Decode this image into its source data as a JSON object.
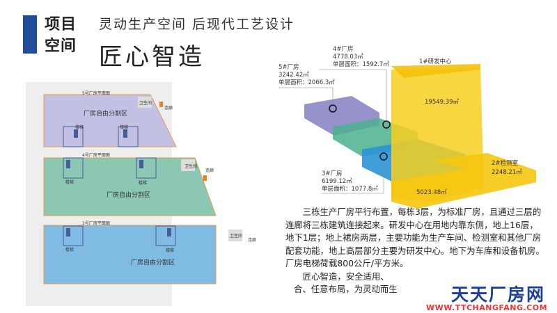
{
  "header": {
    "badge_line1": "项目",
    "badge_line2": "空间",
    "subtitle": "灵动生产空间 后现代工艺设计",
    "title": "匠心智造",
    "accent": "#1f4e9c"
  },
  "plans": [
    {
      "title": "5号厂房平面图",
      "zone": "厂房自由分割区",
      "wc": "卫生间",
      "corridor": "连廊",
      "stairs": [
        "楼梯",
        "楼梯"
      ],
      "color": "#c3c1e3"
    },
    {
      "title": "4号厂房平面图",
      "zone": "厂房自由分割区",
      "wc": "卫生间",
      "corridor": "连廊",
      "stairs": [
        "楼梯",
        "楼梯"
      ],
      "color": "#8cc7b3"
    },
    {
      "title": "3号厂房平面图",
      "zone": "厂房自由分割区",
      "wc": "卫生间",
      "corridor": "连廊",
      "stairs": [
        "楼梯",
        "楼梯"
      ],
      "color": "#7fbbe2"
    }
  ],
  "diagram": {
    "b5": {
      "name": "5#厂房",
      "area": "3242.42㎡",
      "floor": "单层面积：2066.3㎡"
    },
    "b4": {
      "name": "4#厂房",
      "area": "4778.03㎡",
      "floor": "单层面积：1592.7㎡"
    },
    "b3": {
      "name": "3#厂房",
      "area": "6199.12㎡",
      "floor": "单层面积：1077.8㎡"
    },
    "b1": {
      "name": "1#研发中心",
      "area": "19549.39㎡",
      "podium": "5023.48㎡"
    },
    "b2": {
      "name": "2#检测室",
      "area": "2248.21㎡"
    }
  },
  "description": {
    "lines": [
      "　　三栋生产厂房平行布置，每栋3层，为标准厂房，且通过三层的连廊将三栋建筑连接起来。研发中心在用地内靠东侧，地上16层，地下1层；地上裙房两层，主要功能为生产车间、检测室和其他厂房配套功能，地上高层部分主要为研发中心。地下为车库和设备机房。厂房电梯荷载800公斤/平方米。"
    ],
    "line2": "　　匠心智造，安全适用、",
    "line3": "合、任意布局，为灵动而生"
  },
  "watermark": {
    "name": "天天厂房网",
    "url": "WWW.TTCHANGFANG.COM"
  }
}
